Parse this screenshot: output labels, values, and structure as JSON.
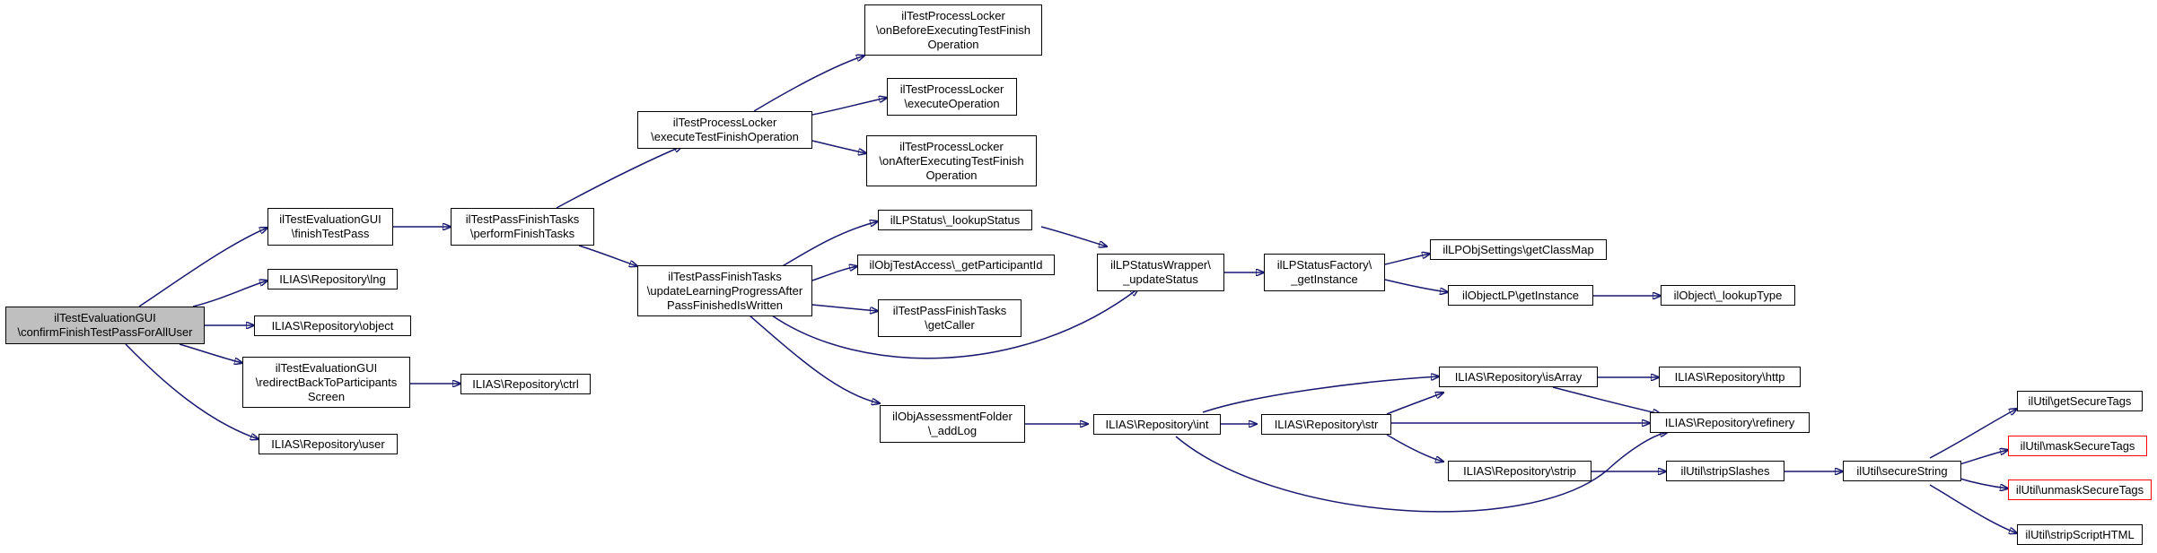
{
  "colors": {
    "edge": "#191970",
    "root_fill": "#bfbfbf",
    "truncated_border": "#ff0000",
    "node_border": "#000000"
  },
  "nodes": {
    "root": "ilTestEvaluationGUI\n\\confirmFinishTestPassForAllUser",
    "finishTestPass": "ilTestEvaluationGUI\n\\finishTestPass",
    "lng": "ILIAS\\Repository\\lng",
    "object": "ILIAS\\Repository\\object",
    "redirect": "ilTestEvaluationGUI\n\\redirectBackToParticipants\nScreen",
    "user": "ILIAS\\Repository\\user",
    "ctrl": "ILIAS\\Repository\\ctrl",
    "performFinishTasks": "ilTestPassFinishTasks\n\\performFinishTasks",
    "executeTestFinishOperation": "ilTestProcessLocker\n\\executeTestFinishOperation",
    "updateLearningProgress": "ilTestPassFinishTasks\n\\updateLearningProgressAfter\nPassFinishedIsWritten",
    "onBefore": "ilTestProcessLocker\n\\onBeforeExecutingTestFinish\nOperation",
    "executeOperation": "ilTestProcessLocker\n\\executeOperation",
    "onAfter": "ilTestProcessLocker\n\\onAfterExecutingTestFinish\nOperation",
    "lookupStatus": "ilLPStatus\\_lookupStatus",
    "getParticipantId": "ilObjTestAccess\\_getParticipantId",
    "getCaller": "ilTestPassFinishTasks\n\\getCaller",
    "addLog": "ilObjAssessmentFolder\n\\_addLog",
    "updateStatus": "ilLPStatusWrapper\\\n_updateStatus",
    "getInstance": "ilLPStatusFactory\\\n_getInstance",
    "getClassMap": "ilLPObjSettings\\getClassMap",
    "objectLPGetInstance": "ilObjectLP\\getInstance",
    "lookupType": "ilObject\\_lookupType",
    "int": "ILIAS\\Repository\\int",
    "str": "ILIAS\\Repository\\str",
    "isArray": "ILIAS\\Repository\\isArray",
    "refinery": "ILIAS\\Repository\\refinery",
    "http": "ILIAS\\Repository\\http",
    "strip": "ILIAS\\Repository\\strip",
    "stripSlashes": "ilUtil\\stripSlashes",
    "secureString": "ilUtil\\secureString",
    "getSecureTags": "ilUtil\\getSecureTags",
    "maskSecureTags": "ilUtil\\maskSecureTags",
    "unmaskSecureTags": "ilUtil\\unmaskSecureTags",
    "stripScriptHTML": "ilUtil\\stripScriptHTML"
  }
}
